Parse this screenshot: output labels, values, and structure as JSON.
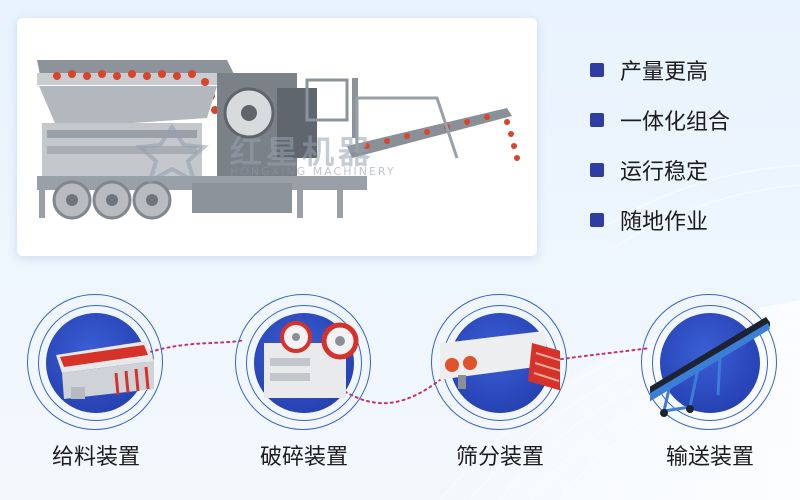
{
  "hero": {
    "brand_watermark": "红星机器",
    "brand_watermark_en": "HONGXING MACHINERY"
  },
  "features": [
    {
      "label": "产量更高"
    },
    {
      "label": "一体化组合"
    },
    {
      "label": "运行稳定"
    },
    {
      "label": "随地作业"
    }
  ],
  "components": [
    {
      "label": "给料装置",
      "icon": "vibrating-feeder"
    },
    {
      "label": "破碎装置",
      "icon": "jaw-crusher"
    },
    {
      "label": "筛分装置",
      "icon": "vibrating-screen"
    },
    {
      "label": "输送装置",
      "icon": "belt-conveyor"
    }
  ],
  "colors": {
    "accent": "#2f3da3",
    "circle_blue": "#2a47b9",
    "dotted_line": "#c8306e",
    "machine_red": "#d9452a",
    "machine_gray": "#a9aeb4"
  }
}
